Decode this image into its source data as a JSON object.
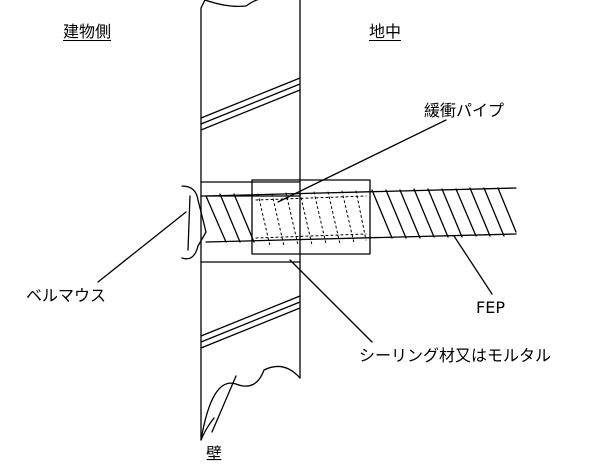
{
  "labels": {
    "building_side": "建物側",
    "underground": "地中",
    "buffer_pipe": "緩衝パイプ",
    "bell_mouth": "ベルマウス",
    "fep": "FEP",
    "sealing": "シーリング材又はモルタル",
    "wall": "壁"
  },
  "colors": {
    "stroke": "#000000",
    "background": "#ffffff"
  }
}
